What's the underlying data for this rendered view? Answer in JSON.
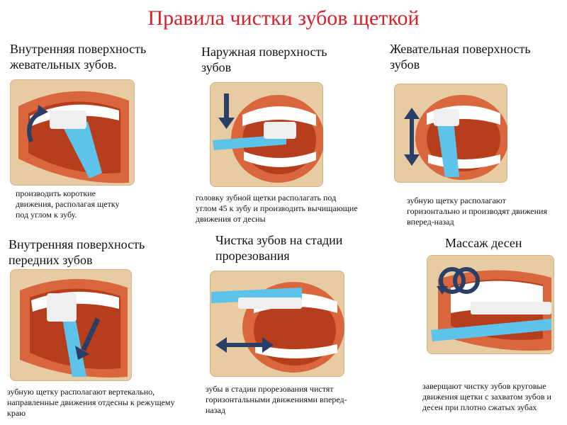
{
  "title": "Правила чистки зубов щеткой",
  "colors": {
    "title": "#d8202a",
    "panel_bg": "#e7cba3",
    "lips": "#d9663d",
    "mouth": "#b63e1d",
    "teeth": "#ffffff",
    "brush": "#5ec3ea",
    "bristles": "#efefef",
    "arrow": "#2a3f66"
  },
  "panels": [
    {
      "heading": "Внутренняя поверхность жевательных зубов.",
      "caption": "производить короткие движения, располагая щетку под углом к зубу.",
      "arrow_icon": "curved-arrow-icon"
    },
    {
      "heading": "Наружная поверхность зубов",
      "caption": "головку зубной щетки располагать под углом 45 к зубу и производить вычищающие движения от десны",
      "arrow_icon": "down-arrow-icon"
    },
    {
      "heading": "Жевательная поверхность зубов",
      "caption": "зубную щетку располагают горизонтально и производят движения вперед-назад",
      "arrow_icon": "vertical-double-arrow-icon"
    },
    {
      "heading": "Внутренняя поверхность передних зубов",
      "caption": "зубную щетку располагают вертекально, направленные движения отдесны к режущему краю",
      "arrow_icon": "diagonal-down-arrow-icon"
    },
    {
      "heading": "Чистка зубов на стадии прорезования",
      "caption": "зубы в стадии прорезования чистят горизонтальными движениями вперед-назад",
      "arrow_icon": "horizontal-double-arrow-icon"
    },
    {
      "heading": "Массаж десен",
      "caption": "заверщают чистку зубов круговые движения щетки с захватом зубов и десен при плотно сжатых зубах",
      "arrow_icon": "circular-arrow-icon"
    }
  ]
}
